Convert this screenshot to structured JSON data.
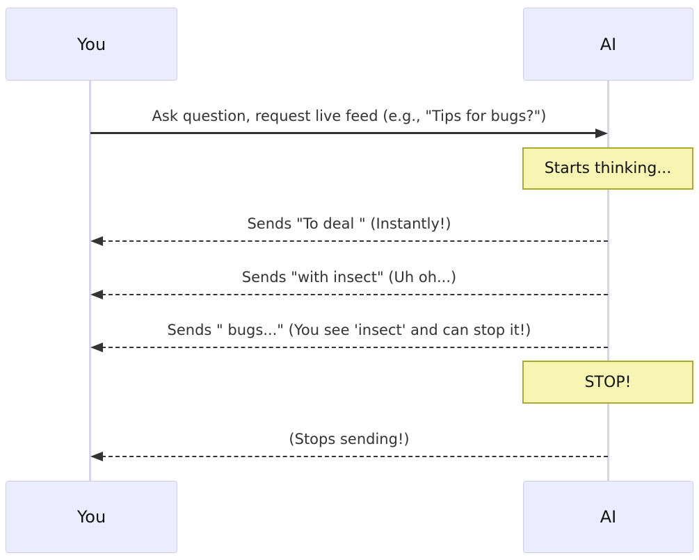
{
  "diagram": {
    "type": "sequence-diagram",
    "actors": [
      {
        "name": "You"
      },
      {
        "name": "AI"
      }
    ],
    "messages": [
      {
        "from": "You",
        "to": "AI",
        "style": "solid",
        "label": "Ask question, request live feed (e.g., \"Tips for bugs?\")"
      },
      {
        "from": "AI",
        "to": "You",
        "style": "dashed",
        "label": "Sends \"To deal \" (Instantly!)"
      },
      {
        "from": "AI",
        "to": "You",
        "style": "dashed",
        "label": "Sends \"with insect\" (Uh oh...)"
      },
      {
        "from": "AI",
        "to": "You",
        "style": "dashed",
        "label": "Sends \" bugs...\" (You see 'insect' and can stop it!)"
      },
      {
        "from": "AI",
        "to": "You",
        "style": "dashed",
        "label": "(Stops sending!)"
      }
    ],
    "notes": [
      {
        "over": "AI",
        "label": "Starts thinking..."
      },
      {
        "over": "AI",
        "label": "STOP!"
      }
    ],
    "colors": {
      "actor_fill": "#ECECFF",
      "actor_border": "#cfcbef",
      "lifeline": "#d8d4ec",
      "message_line": "#333333",
      "note_fill": "#f8f4b2",
      "note_border": "#aaaa33"
    }
  }
}
